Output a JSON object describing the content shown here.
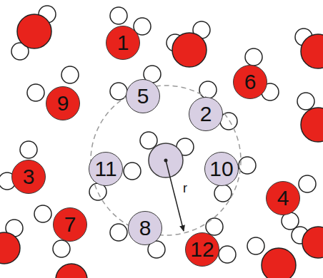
{
  "diagram": {
    "nodes": [
      {
        "text": [
          "1"
        ]
      },
      {
        "text": [
          "6"
        ]
      },
      {
        "text": [
          "5"
        ]
      },
      {
        "text": [
          "9"
        ]
      },
      {
        "text": [
          "2"
        ]
      },
      {
        "text": [
          "11"
        ]
      },
      {
        "text": [
          "10"
        ]
      },
      {
        "text": [
          "3"
        ]
      },
      {
        "text": [
          "4"
        ]
      },
      {
        "text": [
          "7"
        ]
      },
      {
        "text": [
          "8"
        ]
      },
      {
        "text": [
          "12"
        ]
      }
    ],
    "labels": [
      "r"
    ]
  }
}
